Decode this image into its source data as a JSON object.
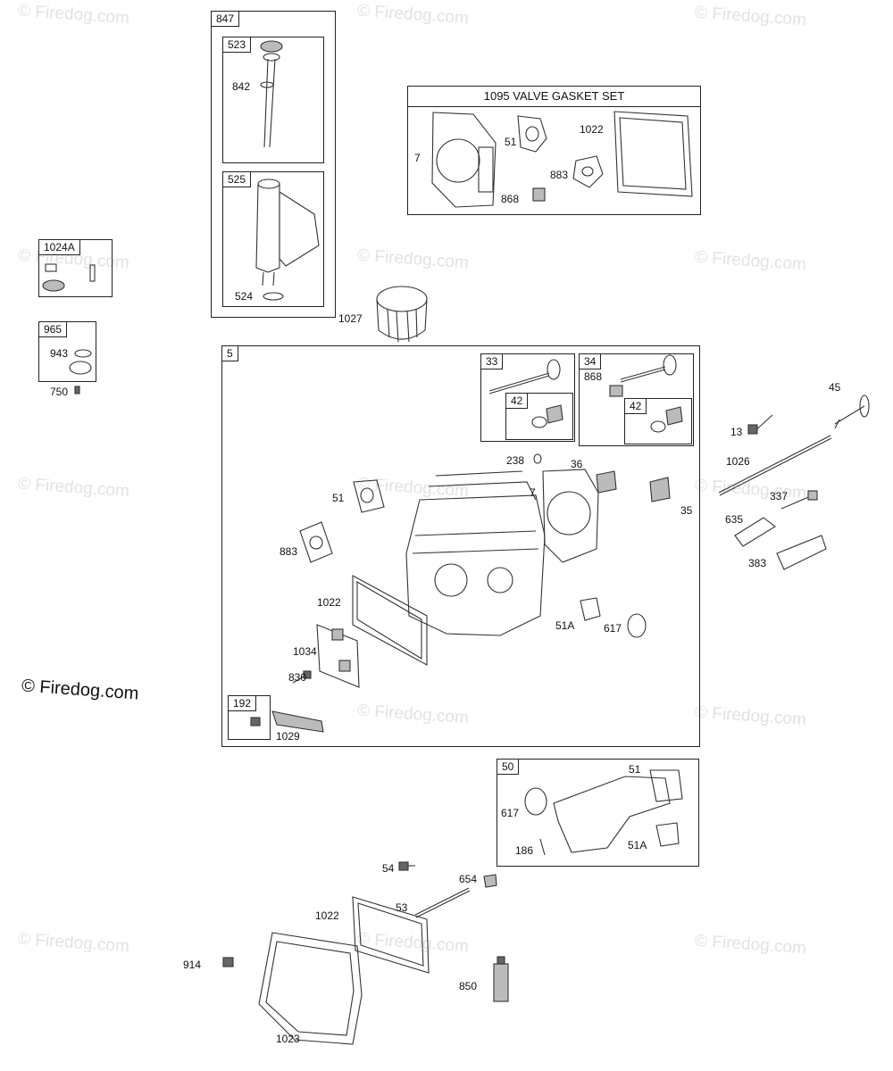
{
  "watermark": "© Firedog.com",
  "copyright": "© Firedog.com",
  "panels": {
    "p847": "847",
    "p523": "523",
    "p525": "525",
    "p1024a": "1024A",
    "p965": "965",
    "p5": "5",
    "p33": "33",
    "p34": "34",
    "p42a": "42",
    "p42b": "42",
    "p192": "192",
    "p50": "50"
  },
  "gasket_set_title": "1095 VALVE GASKET SET",
  "labels": {
    "l842": "842",
    "l524": "524",
    "l1027": "1027",
    "l943": "943",
    "l750": "750",
    "gs7": "7",
    "gs51": "51",
    "gs1022": "1022",
    "gs883": "883",
    "gs868": "868",
    "l868b": "868",
    "l13": "13",
    "l45": "45",
    "l1026": "1026",
    "l337": "337",
    "l635": "635",
    "l383": "383",
    "l238": "238",
    "l36": "36",
    "l7": "7",
    "l35": "35",
    "l51": "51",
    "l883": "883",
    "l1022": "1022",
    "l1034": "1034",
    "l830": "830",
    "l1029": "1029",
    "l51A": "51A",
    "l617": "617",
    "m51": "51",
    "m617": "617",
    "m186": "186",
    "m51A": "51A",
    "l54": "54",
    "l654": "654",
    "l53": "53",
    "l1022b": "1022",
    "l914": "914",
    "l850": "850",
    "l1023": "1023"
  }
}
